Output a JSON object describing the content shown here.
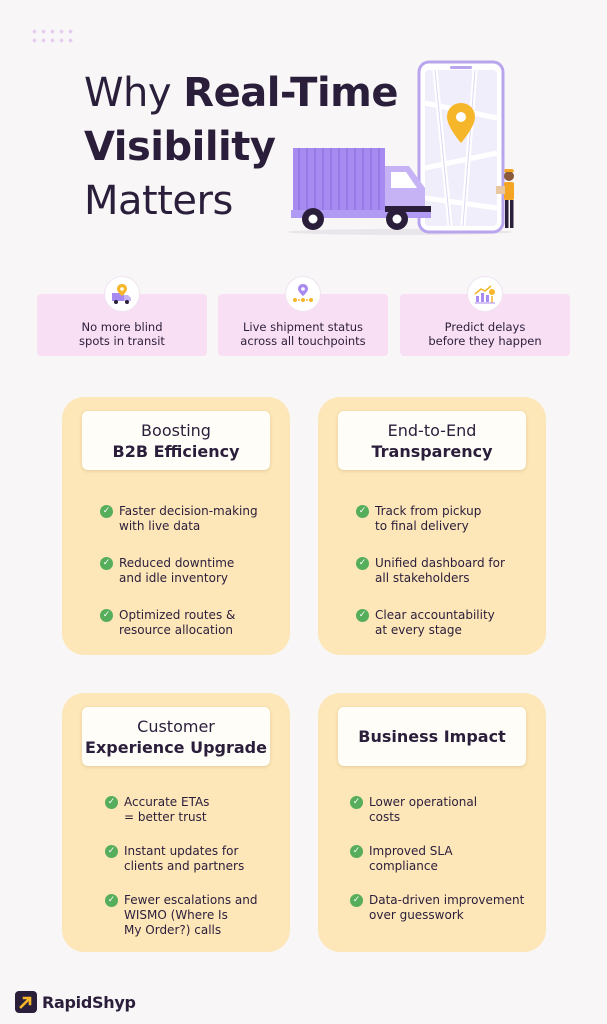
{
  "hero": {
    "line1_regular": "Why ",
    "line1_bold": "Real-Time",
    "line2_bold": "Visibility",
    "line3_regular": "Matters"
  },
  "features": [
    {
      "icon": "truck-location-icon",
      "text": "No more blind\nspots in transit"
    },
    {
      "icon": "route-pin-icon",
      "text": "Live shipment status\nacross all touchpoints"
    },
    {
      "icon": "chart-growth-icon",
      "text": "Predict delays\nbefore they happen"
    }
  ],
  "cards": [
    {
      "title_light": "Boosting",
      "title_bold": "B2B Efficiency",
      "items": [
        "Faster decision-making\nwith live data",
        "Reduced downtime\nand idle inventory",
        "Optimized routes &\nresource allocation"
      ]
    },
    {
      "title_light": "End-to-End",
      "title_bold": "Transparency",
      "items": [
        "Track from pickup\nto final delivery",
        "Unified dashboard for\nall stakeholders",
        "Clear accountability\nat every stage"
      ]
    },
    {
      "title_light": "Customer",
      "title_bold": "Experience Upgrade",
      "items": [
        "Accurate ETAs\n= better trust",
        "Instant updates for\nclients and partners",
        "Fewer escalations and\nWISMO (Where Is\nMy Order?) calls"
      ]
    },
    {
      "title_light": "",
      "title_bold": "Business Impact",
      "items": [
        "Lower operational\ncosts",
        "Improved SLA\ncompliance",
        "Data-driven improvement\nover guesswork"
      ]
    }
  ],
  "brand": {
    "name": "RapidShyp"
  },
  "colors": {
    "background": "#f8f6f6",
    "text": "#2a1e3b",
    "feature_bg": "#f9dff3",
    "card_bg": "#fde6b8",
    "check": "#56ad5c",
    "accent_purple": "#a78bf0",
    "pin_yellow": "#f5b62a"
  }
}
